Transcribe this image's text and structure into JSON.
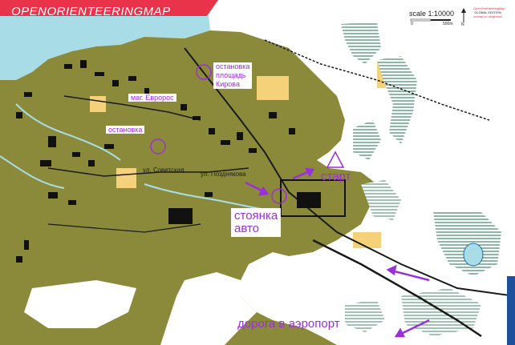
{
  "header": {
    "brand": "OPENORIENTEERINGMAP",
    "scale_label": "scale 1:10000",
    "scale_zero": "0",
    "scale_unit": "500m",
    "north_letter": "N",
    "corner_brand": [
      "OpenOrienteeringMap",
      "GLOBAL EDITION",
      "oomap.co.uk/global/"
    ]
  },
  "labels": {
    "stop_kirov_line1": "остановка",
    "stop_kirov_line2": "площадь",
    "stop_kirov_line3": "Кирова",
    "shop_evroros": "маг. Евророс",
    "stop": "остановка",
    "street_sovetskaya": "ул. Советская",
    "street_pozdnyakova": "ул. Позднякова",
    "start": "старт",
    "parking_line1": "стоянка",
    "parking_line2": "авто",
    "airport_road": "дорога в аэропорт"
  },
  "colors": {
    "urban": "#8b8a3a",
    "water": "#a8dde8",
    "open_land": "#f5d27a",
    "marsh": "#3c8a6a",
    "header_band": "#e8334a",
    "accent_purple": "#9b30d9",
    "road": "#1a1a1a",
    "blue_corner": "#1d4f9a"
  },
  "icons": [
    "north-arrow-icon",
    "start-triangle-icon",
    "control-circle-icon",
    "direction-arrow-icon"
  ]
}
